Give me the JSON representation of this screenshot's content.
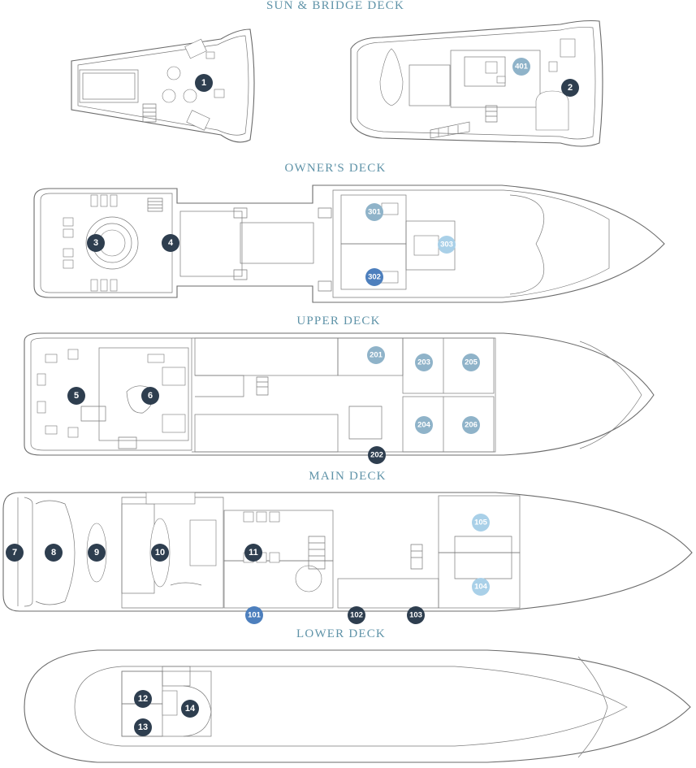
{
  "decks": {
    "sun_bridge": {
      "title": "SUN & BRIDGE DECK"
    },
    "owners": {
      "title": "OWNER'S DECK"
    },
    "upper": {
      "title": "UPPER DECK"
    },
    "main": {
      "title": "MAIN DECK"
    },
    "lower": {
      "title": "LOWER DECK"
    }
  },
  "markers": {
    "m1": "1",
    "m2": "2",
    "m401": "401",
    "m3": "3",
    "m4": "4",
    "m301": "301",
    "m302": "302",
    "m303": "303",
    "m5": "5",
    "m6": "6",
    "m201": "201",
    "m202": "202",
    "m203": "203",
    "m204": "204",
    "m205": "205",
    "m206": "206",
    "m7": "7",
    "m8": "8",
    "m9": "9",
    "m10": "10",
    "m11": "11",
    "m101": "101",
    "m102": "102",
    "m103": "103",
    "m104": "104",
    "m105": "105",
    "m12": "12",
    "m13": "13",
    "m14": "14"
  },
  "colors": {
    "title": "#5f93a8",
    "marker_dark": "#2e3e4f",
    "marker_blue": "#4d7fbd",
    "marker_light": "#8fb3c9",
    "marker_pale": "#a9d0e8",
    "line": "#6b6b6b"
  }
}
